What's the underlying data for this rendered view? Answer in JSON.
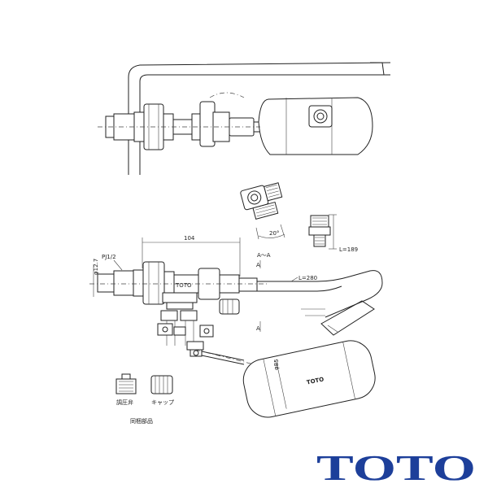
{
  "brand": {
    "logo_text": "TOTO",
    "color": "#1d3f9a"
  },
  "tank_float_text": "TOTO",
  "view_label": "A～A",
  "section_marks": {
    "top": "A",
    "bottom": "A"
  },
  "angle_label": "20°",
  "dimensions": {
    "width_104": "104",
    "l189": "L=189",
    "l280": "L=280",
    "pj": "PJ1/2",
    "phi": "φ12.7",
    "float_dia": "φ85"
  },
  "parts_caption": "同梱部品",
  "parts": [
    {
      "label": "調圧弁"
    },
    {
      "label": "キャップ"
    }
  ]
}
